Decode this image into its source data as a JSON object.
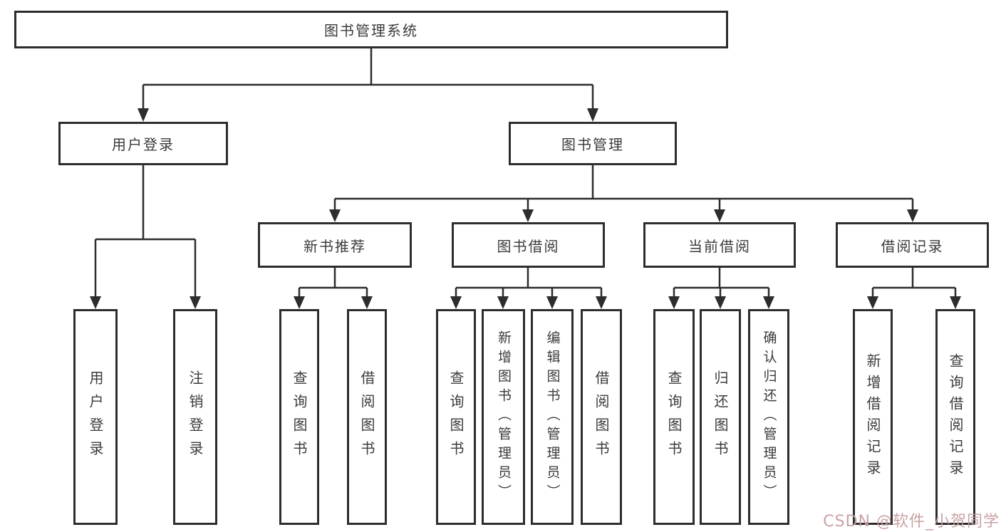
{
  "diagram": {
    "type": "hierarchy-tree",
    "colors": {
      "line": "#2d2d2d",
      "box_border": "#2d2d2d",
      "text": "#3b3b3b",
      "background": "#ffffff",
      "watermark": "#c59e9e"
    },
    "watermark": "CSDN @软件_小贺同学",
    "tree": {
      "root": {
        "label": "图书管理系统",
        "children": [
          {
            "label": "用户登录",
            "children": [
              {
                "label": "用户登录"
              },
              {
                "label": "注销登录"
              }
            ]
          },
          {
            "label": "图书管理",
            "children": [
              {
                "label": "新书推荐",
                "children": [
                  {
                    "label": "查询图书"
                  },
                  {
                    "label": "借阅图书"
                  }
                ]
              },
              {
                "label": "图书借阅",
                "children": [
                  {
                    "label": "查询图书"
                  },
                  {
                    "label": "新增图书（管理员）"
                  },
                  {
                    "label": "编辑图书（管理员）"
                  },
                  {
                    "label": "借阅图书"
                  }
                ]
              },
              {
                "label": "当前借阅",
                "children": [
                  {
                    "label": "查询图书"
                  },
                  {
                    "label": "归还图书"
                  },
                  {
                    "label": "确认归还（管理员）"
                  }
                ]
              },
              {
                "label": "借阅记录",
                "children": [
                  {
                    "label": "新增借阅记录"
                  },
                  {
                    "label": "查询借阅记录"
                  }
                ]
              }
            ]
          }
        ]
      }
    }
  }
}
